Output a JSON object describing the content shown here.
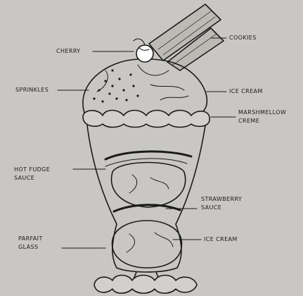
{
  "labels": {
    "cherry": "CHERRY",
    "cookies": "COOKIES",
    "sprinkles": "SPRINKLES",
    "ice_cream_top": "ICE CREAM",
    "marshmellow_line1": "MARSHMELLOW",
    "marshmellow_line2": "CREME",
    "hot_fudge_line1": "HOT FUDGE",
    "hot_fudge_line2": "SAUCE",
    "strawberry_line1": "STRAWBERRY",
    "strawberry_line2": "SAUCE",
    "parfait_line1": "PARFAIT",
    "parfait_line2": "GLASS",
    "ice_cream_bottom": "ICE CREAM"
  },
  "colors": {
    "background": "#c9c7c3",
    "ink": "#1a1a1a"
  }
}
